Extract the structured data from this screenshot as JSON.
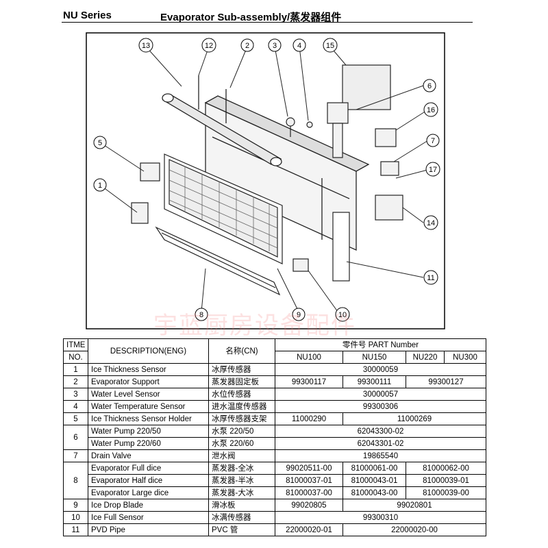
{
  "header": {
    "series": "NU Series",
    "title": "Evaporator Sub-assembly/蒸发器组件"
  },
  "watermark": "宇蓝厨房设备配件",
  "callouts": [
    "1",
    "2",
    "3",
    "4",
    "5",
    "6",
    "7",
    "8",
    "9",
    "10",
    "11",
    "12",
    "13",
    "14",
    "15",
    "16",
    "17"
  ],
  "table": {
    "head": {
      "item_line1": "ITME",
      "item_line2": "NO.",
      "description": "DESCRIPTION(ENG)",
      "name_cn": "名称(CN)",
      "part_number": "零件号 PART Number",
      "models": [
        "NU100",
        "NU150",
        "NU220",
        "NU300"
      ]
    },
    "rows": [
      {
        "no": "1",
        "desc": "Ice Thickness Sensor",
        "cn": "冰厚传感器",
        "nu100": "30000059"
      },
      {
        "no": "2",
        "desc": "Evaporator Support",
        "cn": "蒸发器固定板",
        "nu100": "99300117",
        "nu150": "99300111",
        "nu220": "99300127"
      },
      {
        "no": "3",
        "desc": "Water Level Sensor",
        "cn": "水位传感器",
        "nu100": "30000057"
      },
      {
        "no": "4",
        "desc": "Water Temperature Sensor",
        "cn": "进水温度传感器",
        "nu100": "99300306"
      },
      {
        "no": "5",
        "desc": "Ice Thickness Sensor Holder",
        "cn": "冰厚传感器支架",
        "nu100": "11000290",
        "nu150": "11000269"
      },
      {
        "no": "6",
        "desc": "Water Pump 220/50",
        "cn": "水泵  220/50",
        "nu100": "62043300-02"
      },
      {
        "desc": "Water Pump 220/60",
        "cn": "水泵  220/60",
        "nu100": "62043301-02"
      },
      {
        "no": "7",
        "desc": "Drain Valve",
        "cn": "泄水阀",
        "nu100": "19865540"
      },
      {
        "no": "8",
        "desc": "Evaporator Full dice",
        "cn": "蒸发器-全冰",
        "nu100": "99020511-00",
        "nu150": "81000061-00",
        "nu220": "81000062-00"
      },
      {
        "desc": "Evaporator Half dice",
        "cn": "蒸发器-半冰",
        "nu100": "81000037-01",
        "nu150": "81000043-01",
        "nu220": "81000039-01"
      },
      {
        "desc": "Evaporator Large dice",
        "cn": "蒸发器-大冰",
        "nu100": "81000037-00",
        "nu150": "81000043-00",
        "nu220": "81000039-00"
      },
      {
        "no": "9",
        "desc": "Ice Drop Blade",
        "cn": "滑冰板",
        "nu100": "99020805",
        "nu150": "99020801"
      },
      {
        "no": "10",
        "desc": "Ice Full Sensor",
        "cn": "冰满传感器",
        "nu100": "99300310"
      },
      {
        "no": "11",
        "desc": "PVD Pipe",
        "cn": "PVC 管",
        "nu100": "22000020-01",
        "nu150": "22000020-00"
      }
    ]
  }
}
